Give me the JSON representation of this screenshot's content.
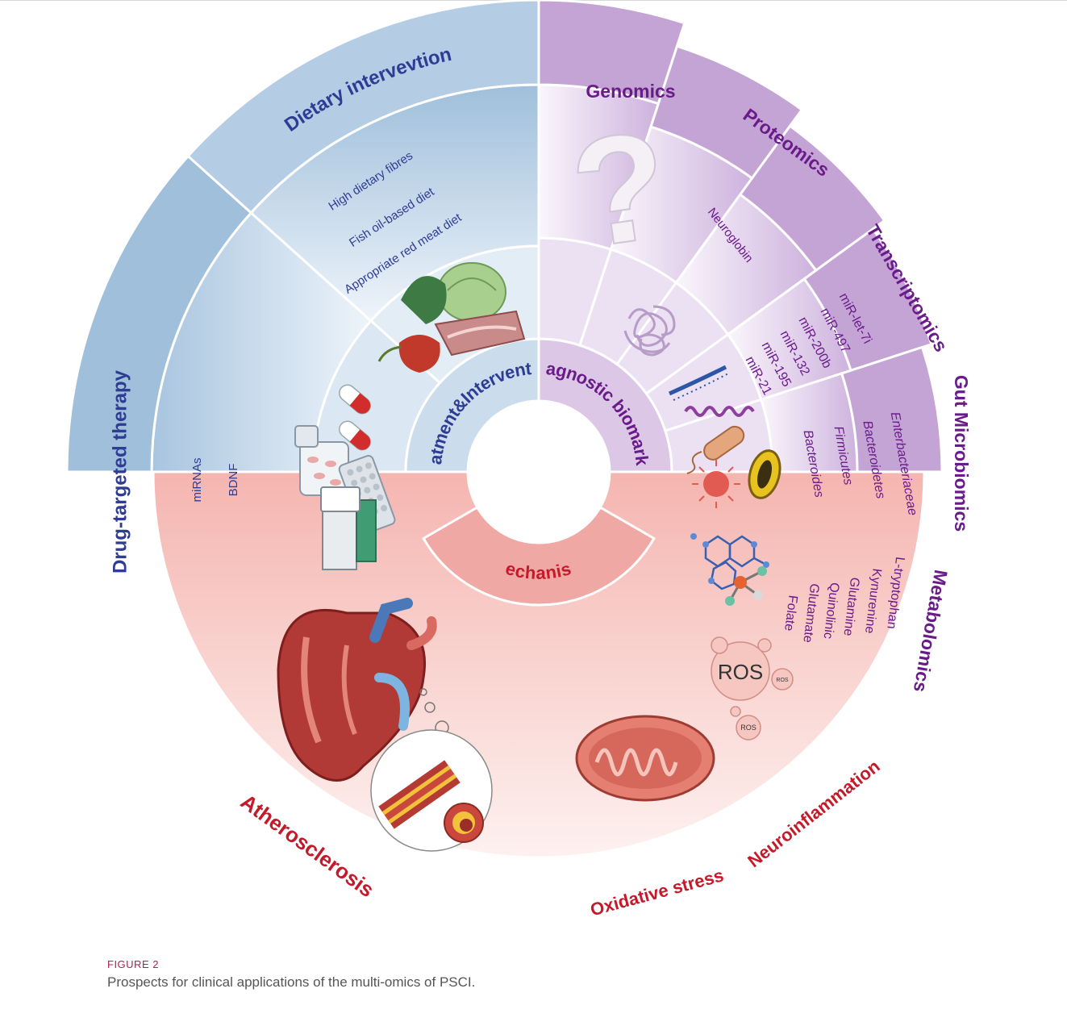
{
  "colors": {
    "blue_dark": "#9fbfdb",
    "blue_light": "#f4f8fc",
    "blue_text": "#2e3c94",
    "purple_dark": "#c4a4d4",
    "purple_light": "#f8f2fb",
    "purple_text": "#6a1b8a",
    "red_dark": "#f0a8a4",
    "red_light": "#fdf1ef",
    "red_text": "#c41a2a"
  },
  "center": {
    "treatment": "Treatment&Intervention",
    "diagnostic": "Diagnostic biomarker",
    "mechanism": "Mechanism"
  },
  "treatment": {
    "dietary": {
      "title": "Dietary intervevtion",
      "items": [
        "High dietary fibres",
        "Fish oil-based diet",
        "Appropriate red meat diet"
      ]
    },
    "drug": {
      "title": "Drug-targeted therapy",
      "items": [
        "miRNAs",
        "BDNF"
      ]
    }
  },
  "diagnostic": {
    "genomics": {
      "title": "Genomics",
      "symbol": "?"
    },
    "proteomics": {
      "title": "Proteomics",
      "items": [
        "Neuroglobin"
      ]
    },
    "transcriptomics": {
      "title": "Transcriptomics",
      "items": [
        "miR-let-7i",
        "miR-497",
        "miR-200b",
        "miR-132",
        "miR-195",
        "miR-21"
      ]
    },
    "gut": {
      "title": "Gut Microbiomics",
      "items": [
        "Enterbacteriaceae",
        "Bacteroidetes",
        "Firmicutes",
        "Bacteroides"
      ]
    },
    "metabolomics": {
      "title": "Metabolomics",
      "items": [
        "L-tryptophan",
        "Kynurenine",
        "Glutamine",
        "Quinolinic",
        "Glutamate",
        "Folate"
      ]
    }
  },
  "mechanism": {
    "atherosclerosis": "Atherosclerosis",
    "oxidative": "Oxidative stress",
    "neuroinflammation": "Neuroinflammation",
    "ros_big": "ROS",
    "ros_small": "ROS"
  },
  "figure": {
    "label": "FIGURE 2",
    "caption": "Prospects for clinical applications of the multi-omics of PSCI."
  }
}
